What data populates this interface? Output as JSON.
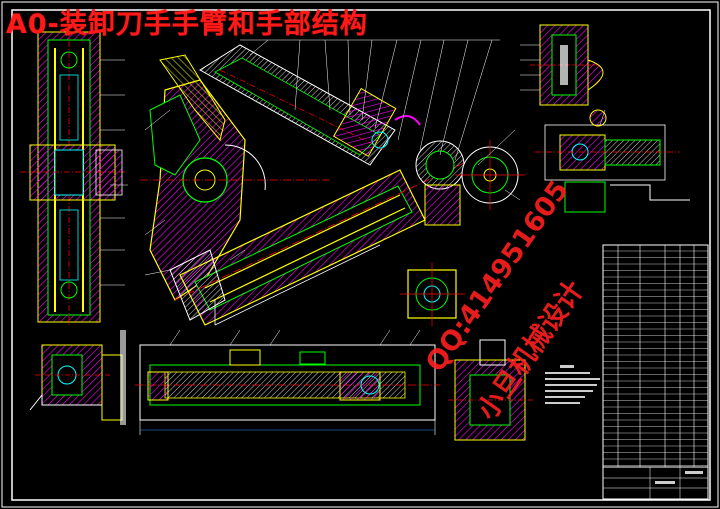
{
  "drawing": {
    "title": "A0-装卸刀手手臂和手部结构",
    "watermark_line1": "QQ:414951605",
    "watermark_line2": "小旦机械设计"
  },
  "colors": {
    "background": "#000000",
    "frame": "#ffffff",
    "title": "#ff1a1a",
    "outline_yellow": "#ffff00",
    "outline_green": "#00ff00",
    "outline_cyan": "#00ffff",
    "hatch_magenta": "#ff00ff",
    "centerline_red": "#ff0000",
    "dimension_blue": "#3399ff"
  }
}
